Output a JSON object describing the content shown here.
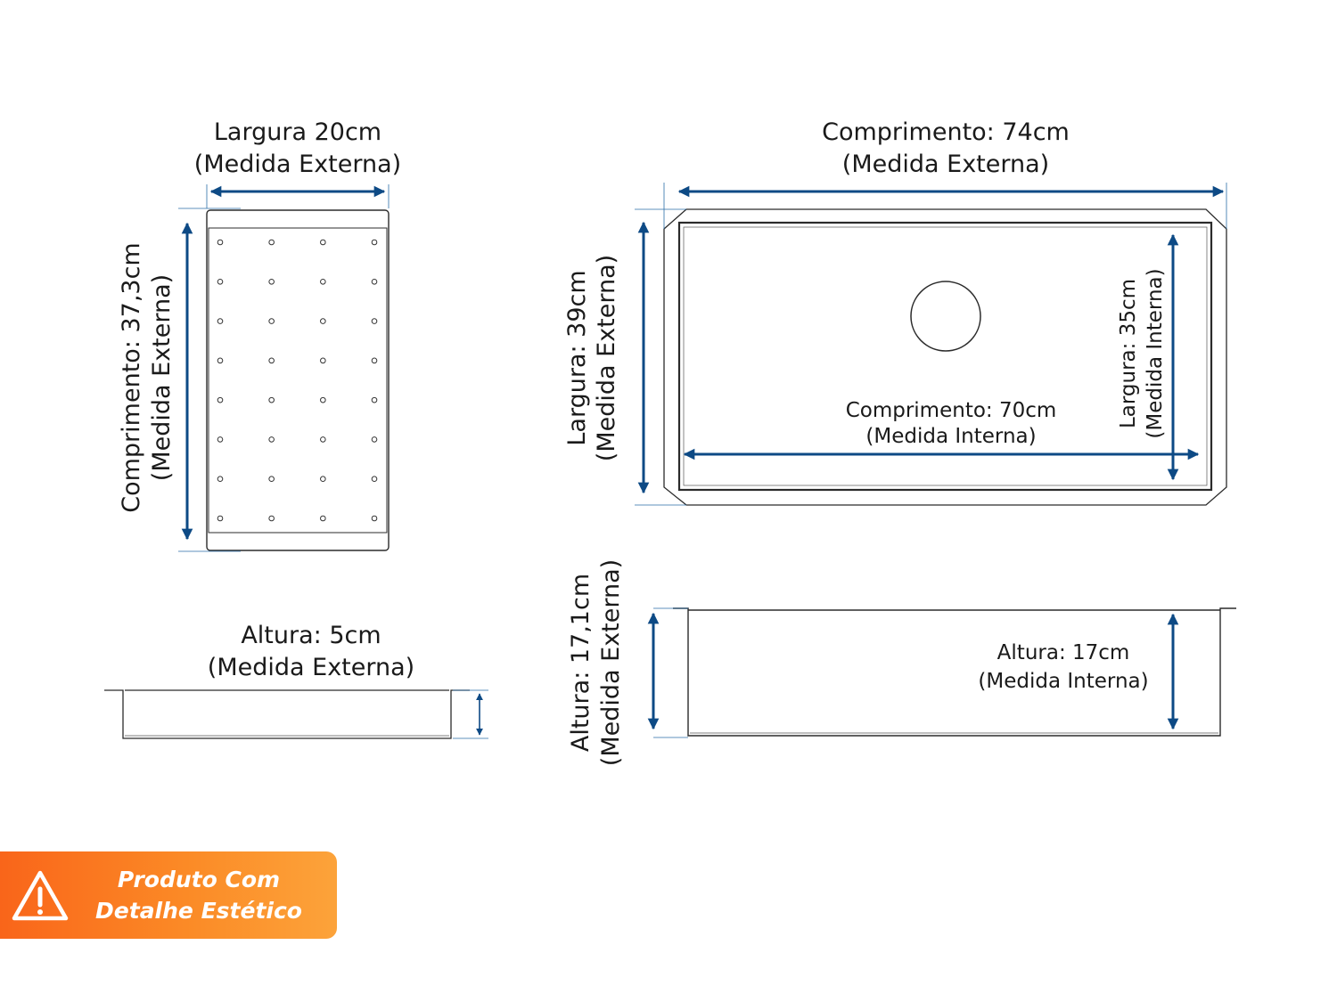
{
  "strainer": {
    "width_label": "Largura 20cm",
    "width_note": "(Medida Externa)",
    "length_label": "Comprimento: 37,3cm",
    "length_note": "(Medida Externa)",
    "hole_grid": {
      "columns": 4,
      "rows": 8
    },
    "height_label": "Altura: 5cm",
    "height_note": "(Medida Externa)"
  },
  "sink": {
    "length_ext_label": "Comprimento: 74cm",
    "length_ext_note": "(Medida Externa)",
    "width_ext_label": "Largura: 39cm",
    "width_ext_note": "(Medida Externa)",
    "width_int_label": "Largura: 35cm",
    "width_int_note": "(Medida Interna)",
    "length_int_label": "Comprimento: 70cm",
    "length_int_note": "(Medida Interna)",
    "height_ext_label": "Altura: 17,1cm",
    "height_ext_note": "(Medida Externa)",
    "height_int_label": "Altura: 17cm",
    "height_int_note": "(Medida Interna)"
  },
  "badge": {
    "line1": "Produto Com",
    "line2": "Detalhe Estético",
    "icon": "warning-triangle-icon"
  },
  "colors": {
    "arrow": "#0d4a85",
    "outline": "#2b2b2b",
    "badge_start": "#f9651a",
    "badge_end": "#fca33a"
  }
}
